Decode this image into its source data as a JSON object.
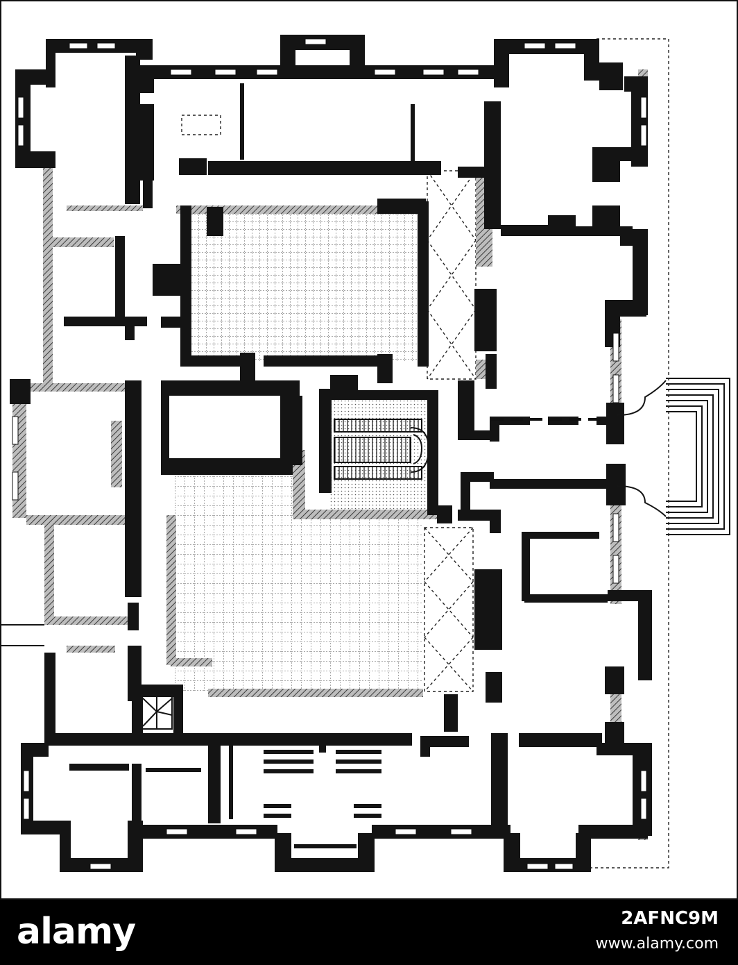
{
  "footer": {
    "logo_text": "alamy",
    "image_id": "2AFNC9M",
    "site_url": "www.alamy.com"
  },
  "colors": {
    "ink": "#141414",
    "paper": "#ffffff",
    "footer_bg": "#000000",
    "footer_text": "#ffffff"
  }
}
